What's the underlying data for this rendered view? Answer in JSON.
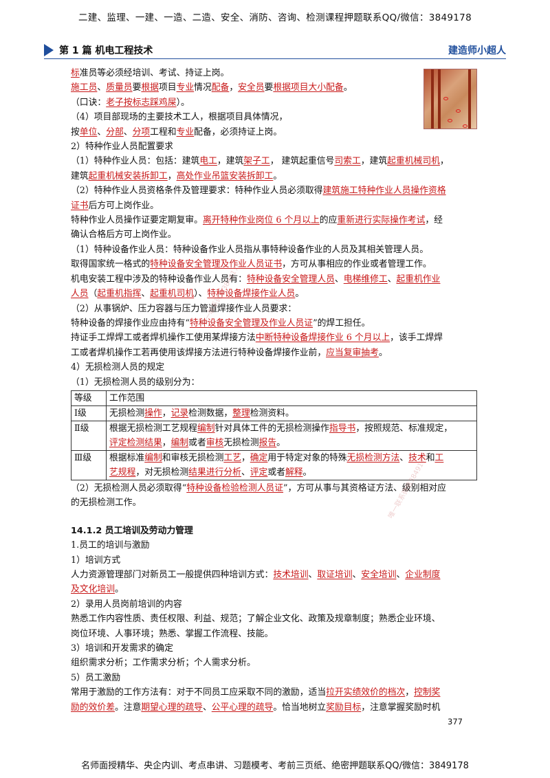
{
  "banner": {
    "top": "二建、监理、一建、一造、二造、安全、消防、咨询、检测课程押题联系QQ/微信：3849178",
    "bottom": "名师面授精华、央企内训、考点串讲、习题模考、考前三页纸、绝密押题联系QQ/微信：3849178"
  },
  "header": {
    "chapter": "第 1 篇 机电工程技术",
    "brand": "建造师小超人"
  },
  "page_number": "377",
  "watermark": "唯一联系微信3849178",
  "lines": [
    [
      [
        "r",
        "标"
      ],
      [
        "t",
        "准员等必须经培训、考试、持证上岗。"
      ]
    ],
    [
      [
        "r",
        "施工员"
      ],
      [
        "t",
        "、"
      ],
      [
        "r",
        "质量员"
      ],
      [
        "t",
        "要"
      ],
      [
        "r",
        "根据"
      ],
      [
        "t",
        "项目"
      ],
      [
        "r",
        "专业"
      ],
      [
        "t",
        "情况"
      ],
      [
        "r",
        "配备"
      ],
      [
        "t",
        "，"
      ],
      [
        "r",
        "安全员"
      ],
      [
        "t",
        "要"
      ],
      [
        "r",
        "根据项目大小配备"
      ],
      [
        "t",
        "。"
      ]
    ],
    [
      [
        "t",
        "（口诀："
      ],
      [
        "r",
        "老子按标志踩鸡屎"
      ],
      [
        "t",
        "）。"
      ]
    ],
    [
      [
        "t",
        "（4）项目部现场的主要技术工人，根据项目具体情况，"
      ]
    ],
    [
      [
        "t",
        "按"
      ],
      [
        "r",
        "单位"
      ],
      [
        "t",
        "、"
      ],
      [
        "r",
        "分部"
      ],
      [
        "t",
        "、"
      ],
      [
        "r",
        "分项"
      ],
      [
        "t",
        "工程和"
      ],
      [
        "r",
        "专业"
      ],
      [
        "t",
        "配备，必须持证上岗。"
      ]
    ],
    [
      [
        "t",
        "2）特种作业人员配置要求"
      ]
    ],
    [
      [
        "t",
        "（1）特种作业人员：包括：建筑"
      ],
      [
        "r",
        "电工"
      ],
      [
        "t",
        "，建筑"
      ],
      [
        "r",
        "架子工"
      ],
      [
        "t",
        "，  建筑起重信号"
      ],
      [
        "r",
        "司索工"
      ],
      [
        "t",
        "，建筑"
      ],
      [
        "r",
        "起重机械司机"
      ],
      [
        "t",
        "，"
      ]
    ],
    [
      [
        "t",
        "建筑"
      ],
      [
        "r",
        "起重机械安装拆卸工"
      ],
      [
        "t",
        "，"
      ],
      [
        "r",
        "高处作业吊篮安装拆卸工"
      ],
      [
        "t",
        "。"
      ]
    ],
    [
      [
        "t",
        "（2）特种作业人员资格条件及管理要求：特种作业人员必须取得"
      ],
      [
        "r",
        "建筑施工特种作业人员操作资格"
      ]
    ],
    [
      [
        "r",
        "证书"
      ],
      [
        "t",
        "后方可上岗作业。"
      ]
    ],
    [
      [
        "t",
        "特种作业人员操作证要定期复审。"
      ],
      [
        "r",
        "离开特种作业岗位 6 个月以上"
      ],
      [
        "t",
        "的应"
      ],
      [
        "r",
        "重新进行实际操作考试"
      ],
      [
        "t",
        "，经"
      ]
    ],
    [
      [
        "t",
        "确认合格后方可上岗作业。"
      ]
    ],
    [
      [
        "t",
        "（1）特种设备作业人员：特种设备作业人员指从事特种设备作业的人员及其相关管理人员。"
      ]
    ],
    [
      [
        "t",
        "取得国家统一格式的"
      ],
      [
        "r",
        "特种设备安全管理及作业人员证书"
      ],
      [
        "t",
        "，方可从事相应的作业或者管理工作。"
      ]
    ],
    [
      [
        "t",
        "机电安装工程中涉及的特种设备作业人员有："
      ],
      [
        "r",
        "特种设备安全管理人员"
      ],
      [
        "t",
        "、"
      ],
      [
        "r",
        "电梯维修工"
      ],
      [
        "t",
        "、"
      ],
      [
        "r",
        "起重机作业"
      ]
    ],
    [
      [
        "r",
        "人员"
      ],
      [
        "t",
        "（"
      ],
      [
        "r",
        "起重机指挥"
      ],
      [
        "t",
        "、"
      ],
      [
        "r",
        "起重机司机"
      ],
      [
        "t",
        "）、"
      ],
      [
        "r",
        "特种设备焊接作业人员"
      ],
      [
        "t",
        "。"
      ]
    ],
    [
      [
        "t",
        "（2）从事锅炉、压力容器与压力管道焊接作业人员要求："
      ]
    ],
    [
      [
        "t",
        "特种设备的焊接作业应由持有“"
      ],
      [
        "r",
        "特种设备安全管理及作业人员证"
      ],
      [
        "t",
        "”的焊工担任。"
      ]
    ],
    [
      [
        "t",
        "持证手工焊焊工或者焊机操作工使用某焊接方法"
      ],
      [
        "r",
        "中断特种设备焊接作业 6 个月以上"
      ],
      [
        "t",
        "，该手工焊焊"
      ]
    ],
    [
      [
        "t",
        "工或者焊机操作工若再使用该焊接方法进行特种设备焊接作业前，"
      ],
      [
        "r",
        "应当复审抽考"
      ],
      [
        "t",
        "。"
      ]
    ],
    [
      [
        "t",
        "4）无损检测人员的规定"
      ]
    ],
    [
      [
        "t",
        "（1）无损检测人员的级别分为："
      ]
    ]
  ],
  "table": {
    "header": [
      "等级",
      "工作范围"
    ],
    "rows": [
      {
        "level": "Ⅰ级",
        "scope": [
          [
            "t",
            "无损检测"
          ],
          [
            "r",
            "操作"
          ],
          [
            "t",
            "，"
          ],
          [
            "r",
            "记录"
          ],
          [
            "t",
            "检测数据，"
          ],
          [
            "r",
            "整理"
          ],
          [
            "t",
            "检测资料。"
          ]
        ]
      },
      {
        "level": "Ⅱ级",
        "scope": [
          [
            "t",
            "根据无损检测工艺规程"
          ],
          [
            "r",
            "编制"
          ],
          [
            "t",
            "针对具体工件的无损检测操作"
          ],
          [
            "r",
            "指导书"
          ],
          [
            "t",
            "，按照规范、标准规定，"
          ],
          [
            "br",
            ""
          ],
          [
            "r",
            "评定检测结果"
          ],
          [
            "t",
            "，"
          ],
          [
            "r",
            "编制"
          ],
          [
            "t",
            "或者"
          ],
          [
            "r",
            "审核"
          ],
          [
            "t",
            "无损检测"
          ],
          [
            "r",
            "报告"
          ],
          [
            "t",
            "。"
          ]
        ]
      },
      {
        "level": "Ⅲ级",
        "scope": [
          [
            "t",
            "根据标准"
          ],
          [
            "r",
            "编制"
          ],
          [
            "t",
            "和审核无损检测"
          ],
          [
            "r",
            "工艺"
          ],
          [
            "t",
            "，"
          ],
          [
            "r",
            "确定"
          ],
          [
            "t",
            "用于特定对象的特殊"
          ],
          [
            "r",
            "无损检测方法"
          ],
          [
            "t",
            "、"
          ],
          [
            "r",
            "技术"
          ],
          [
            "t",
            "和"
          ],
          [
            "r",
            "工"
          ],
          [
            "br",
            ""
          ],
          [
            "r",
            "艺规程"
          ],
          [
            "t",
            "，对无损检测"
          ],
          [
            "r",
            "结果进行分析"
          ],
          [
            "t",
            "、"
          ],
          [
            "r",
            "评定"
          ],
          [
            "t",
            "或者"
          ],
          [
            "r",
            "解释"
          ],
          [
            "t",
            "。"
          ]
        ]
      }
    ]
  },
  "after_table": [
    [
      [
        "t",
        "（2）无损检测人员必须取得“"
      ],
      [
        "r",
        "特种设备检验检测人员证"
      ],
      [
        "t",
        "”，方可从事与其资格证方法、级别相对应"
      ]
    ],
    [
      [
        "t",
        "的无损检测工作。"
      ]
    ]
  ],
  "section2": {
    "title": "14.1.2    员工培训及劳动力管理",
    "lines": [
      [
        [
          "t",
          "1.员工的培训与激励"
        ]
      ],
      [
        [
          "t",
          "1）培训方式"
        ]
      ],
      [
        [
          "t",
          "人力资源管理部门对新员工一般提供四种培训方式："
        ],
        [
          "r",
          "技术培训"
        ],
        [
          "t",
          "、"
        ],
        [
          "r",
          "取证培训"
        ],
        [
          "t",
          "、"
        ],
        [
          "r",
          "安全培训"
        ],
        [
          "t",
          "、"
        ],
        [
          "r",
          "企业制度"
        ]
      ],
      [
        [
          "r",
          "及文化培训"
        ],
        [
          "t",
          "。"
        ]
      ],
      [
        [
          "t",
          "2）录用人员岗前培训的内容"
        ]
      ],
      [
        [
          "t",
          "熟悉工作内容性质、责任权限、利益、规范；了解企业文化、政策及规章制度；熟悉企业环境、"
        ]
      ],
      [
        [
          "t",
          "岗位环境、人事环境；熟悉、掌握工作流程、技能。"
        ]
      ],
      [
        [
          "t",
          "3）培训和开发需求的确定"
        ]
      ],
      [
        [
          "t",
          "组织需求分析；工作需求分析；个人需求分析。"
        ]
      ],
      [
        [
          "t",
          "5）员工激励"
        ]
      ],
      [
        [
          "t",
          "常用于激励的工作方法有：对于不同员工应采取不同的激励，适当"
        ],
        [
          "r",
          "拉开实绩效价的档次"
        ],
        [
          "t",
          "，"
        ],
        [
          "r",
          "控制奖"
        ]
      ],
      [
        [
          "r",
          "励的效价差"
        ],
        [
          "t",
          "。注意"
        ],
        [
          "r",
          "期望心理的疏导"
        ],
        [
          "t",
          "、"
        ],
        [
          "r",
          "公平心理的疏导"
        ],
        [
          "t",
          "。恰当地树立"
        ],
        [
          "r",
          "奖励目标"
        ],
        [
          "t",
          "，注意掌握奖励时机"
        ]
      ]
    ]
  }
}
